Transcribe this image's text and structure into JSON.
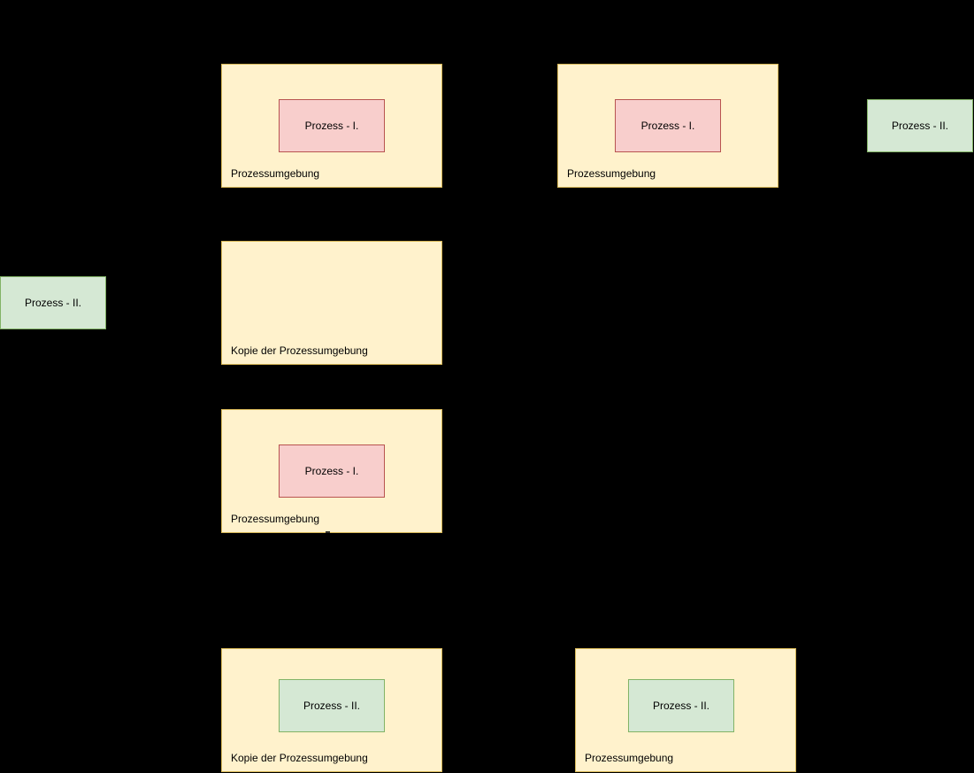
{
  "background": "#000000",
  "palette": {
    "environment_fill": "#FFF2CC",
    "environment_stroke": "#D6B656",
    "process1_fill": "#F8CECC",
    "process1_stroke": "#B85450",
    "process2_fill": "#D5E8D4",
    "process2_stroke": "#82B366",
    "text_color": "#000000",
    "arrow_mark_color": "#33302a"
  },
  "nodes": {
    "env_top_left": {
      "label": "Prozessumgebung"
    },
    "proc1_top_left": {
      "label": "Prozess - I."
    },
    "env_top_middle": {
      "label": "Prozessumgebung"
    },
    "proc1_top_middle": {
      "label": "Prozess - I."
    },
    "proc2_right": {
      "label": "Prozess - II."
    },
    "proc2_left": {
      "label": "Prozess - II."
    },
    "kopie_upper": {
      "label": "Kopie der Prozessumgebung"
    },
    "env_middle": {
      "label": "Prozessumgebung"
    },
    "proc1_middle": {
      "label": "Prozess - I."
    },
    "kopie_lower": {
      "label": "Kopie der Prozessumgebung"
    },
    "proc2_kopie_lower": {
      "label": "Prozess - II."
    },
    "env_bottom_right": {
      "label": "Prozessumgebung"
    },
    "proc2_bottom_right": {
      "label": "Prozess - II."
    }
  }
}
